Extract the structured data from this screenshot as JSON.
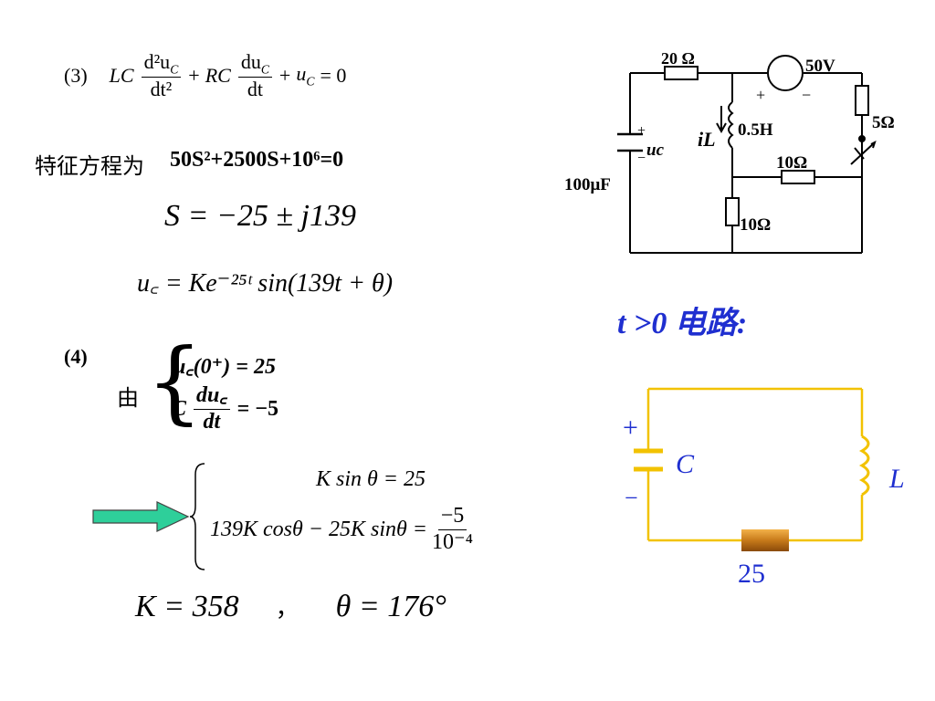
{
  "eq3": {
    "label": "(3)",
    "lc": "LC",
    "d2uc": "d²u",
    "sub_c": "C",
    "dt2": "dt²",
    "plus": "+",
    "rc": "RC",
    "duc": "du",
    "dt": "dt",
    "uc": "u",
    "eq0": "= 0"
  },
  "char_eq": {
    "label": "特征方程为",
    "equation": "50S²+2500S+10⁶=0"
  },
  "roots": "S = −25 ± j139",
  "uc_solution": "u꜀ = Ke⁻²⁵ᵗ sin(139t + θ)",
  "part4": {
    "label": "(4)",
    "you": "由",
    "cond1": "u꜀(0⁺) = 25",
    "cond2_left": "C",
    "cond2_num": "du꜀",
    "cond2_den": "dt",
    "cond2_right": "= −5"
  },
  "system": {
    "eq1": "K sin θ = 25",
    "eq2_left": "139K cosθ − 25K sinθ =",
    "eq2_num": "−5",
    "eq2_den": "10⁻⁴"
  },
  "result": {
    "k": "K = 358",
    "comma": "，",
    "theta": "θ = 176°"
  },
  "circuit_top": {
    "r20": "20 Ω",
    "v50": "50V",
    "plus": "+",
    "minus": "−",
    "r5": "5Ω",
    "l05": "0.5H",
    "il": "iL",
    "uc": "uc",
    "cap": "100μF",
    "r10a": "10Ω",
    "r10b": "10Ω",
    "cap_plus": "+",
    "cap_minus": "−"
  },
  "t_label": "t >0 电路:",
  "circuit_bottom": {
    "plus": "+",
    "minus": "−",
    "c": "C",
    "l": "L",
    "r": "25"
  },
  "colors": {
    "blue": "#1f2fd0",
    "yellow": "#f2c200",
    "arrow": "#2ecf9a",
    "resistor": "#c77a1a"
  }
}
